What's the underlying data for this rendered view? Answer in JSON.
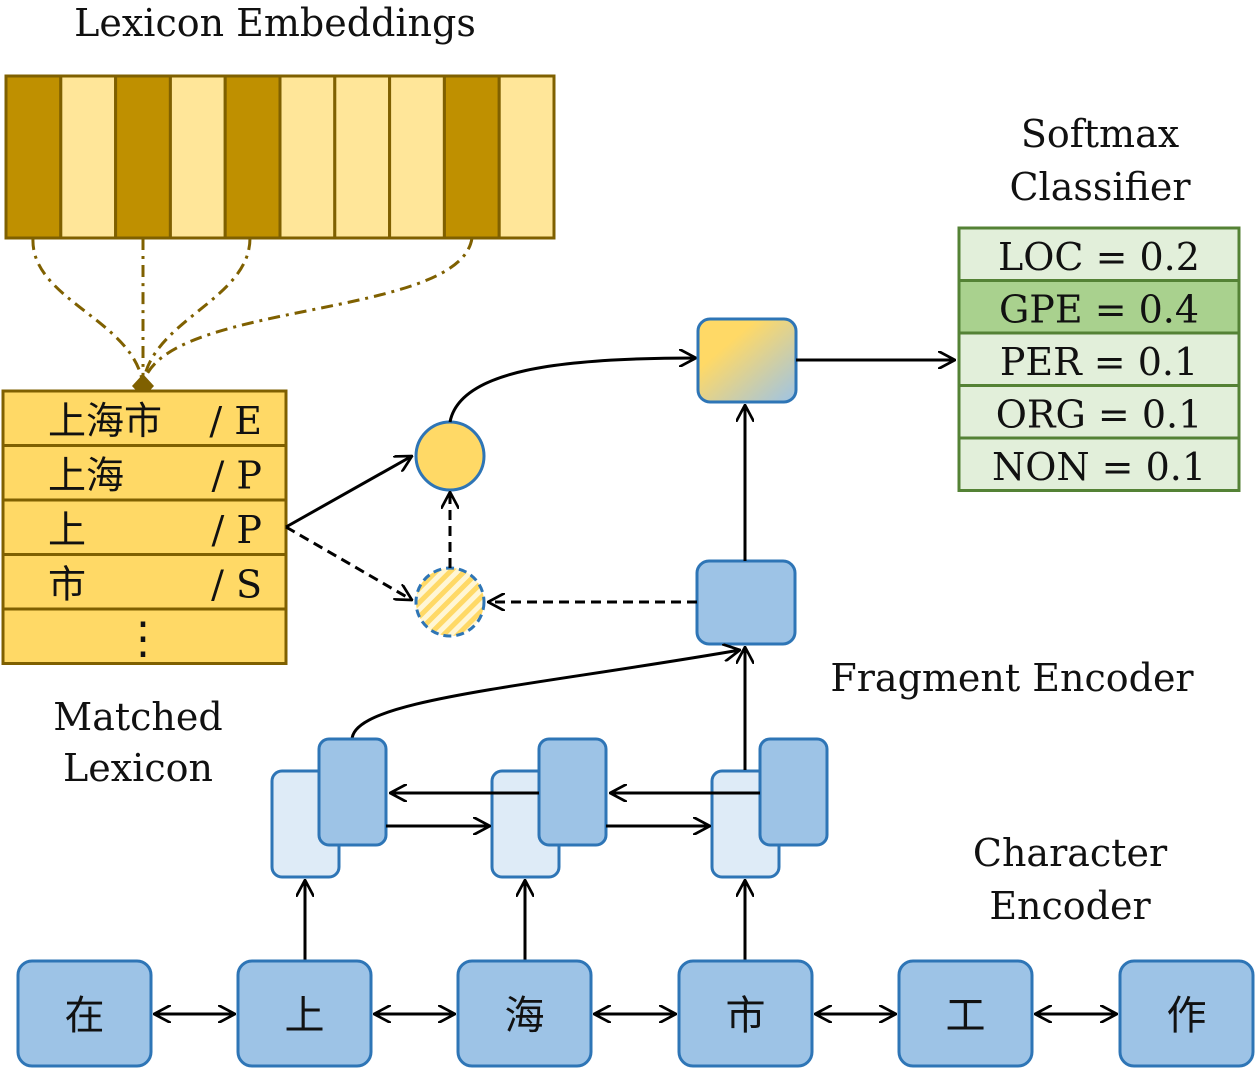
{
  "labels": {
    "lexicon_embeddings": "Lexicon Embeddings",
    "softmax_line1": "Softmax",
    "softmax_line2": "Classifier",
    "matched_line1": "Matched",
    "matched_line2": "Lexicon",
    "fragment_encoder": "Fragment Encoder",
    "character_line1": "Character",
    "character_line2": "Encoder"
  },
  "lexicon_embedding_cells": [
    "dark",
    "light",
    "dark",
    "light",
    "dark",
    "light",
    "light",
    "light",
    "dark",
    "light"
  ],
  "matched_lexicon": [
    {
      "word": "上海市",
      "tag": "/ E"
    },
    {
      "word": "上海",
      "tag": "/ P"
    },
    {
      "word": "上",
      "tag": "/ P"
    },
    {
      "word": "市",
      "tag": "/ S"
    },
    {
      "word": "⋮",
      "tag": ""
    }
  ],
  "softmax_classes": [
    {
      "label": "LOC = 0.2",
      "highlight": false
    },
    {
      "label": "GPE = 0.4",
      "highlight": true
    },
    {
      "label": "PER = 0.1",
      "highlight": false
    },
    {
      "label": "ORG = 0.1",
      "highlight": false
    },
    {
      "label": "NON = 0.1",
      "highlight": false
    }
  ],
  "characters": [
    "在",
    "上",
    "海",
    "市",
    "工",
    "作"
  ],
  "colors": {
    "embed_dark": "#bf9000",
    "embed_light": "#ffe699",
    "embed_border": "#7f6000",
    "lexicon_fill": "#ffd966",
    "blue_fill": "#9dc3e6",
    "blue_light": "#deebf7",
    "blue_border": "#2e75b6",
    "green_fill": "#e2efda",
    "green_highlight": "#a9d18e",
    "green_border": "#548235"
  }
}
